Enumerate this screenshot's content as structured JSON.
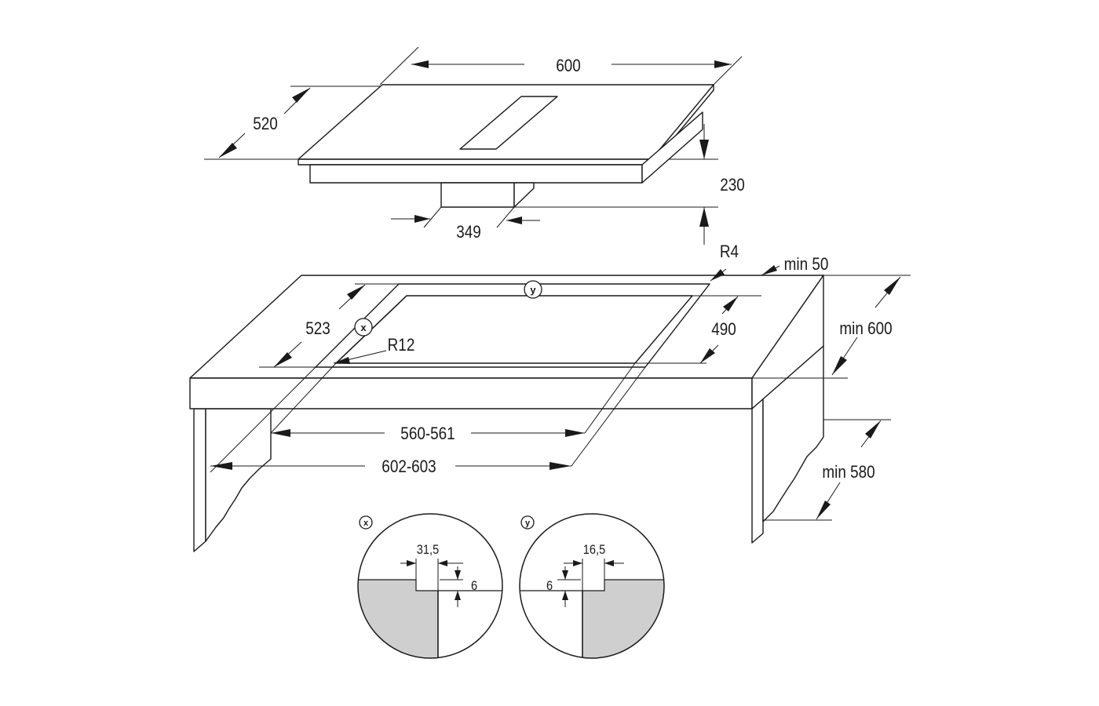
{
  "hob": {
    "width_label": "600",
    "depth_label": "520",
    "height_label": "230",
    "duct_width_label": "349"
  },
  "countertop": {
    "corner_radius_outer_label": "R4",
    "min_back_label": "min 50",
    "cutout_depth_outer_label": "523",
    "cutout_depth_inner_label": "490",
    "corner_radius_inner_label": "R12",
    "min_depth_label": "min 600",
    "cutout_width_inner_label": "560-561",
    "cutout_width_outer_label": "602-603",
    "min_cabinet_label": "min 580"
  },
  "markers": {
    "x": "x",
    "y": "y"
  },
  "detail_x": {
    "marker": "x",
    "step_width_label": "31,5",
    "step_depth_label": "6"
  },
  "detail_y": {
    "marker": "y",
    "step_width_label": "16,5",
    "step_depth_label": "6"
  }
}
